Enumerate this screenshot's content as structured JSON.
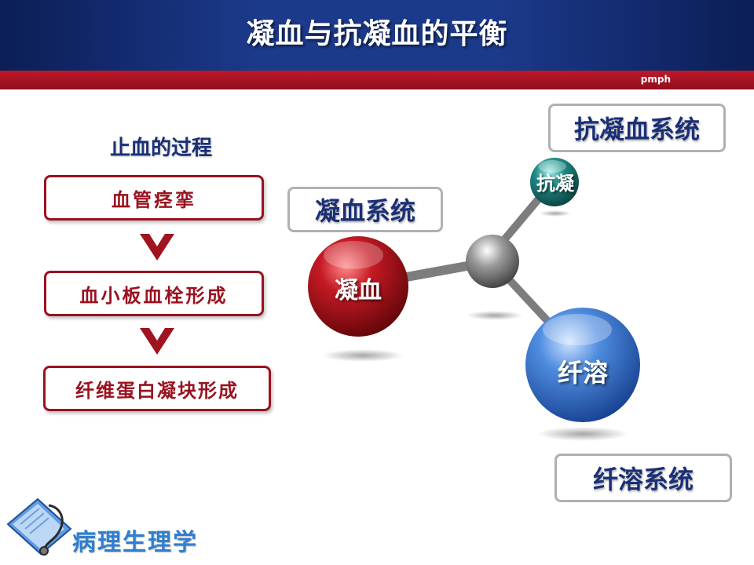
{
  "header": {
    "title": "凝血与抗凝血的平衡",
    "brand": "pmph"
  },
  "process": {
    "title": "止血的过程",
    "steps": [
      "血管痉挛",
      "血小板血栓形成",
      "纤维蛋白凝块形成"
    ]
  },
  "systems": {
    "coagulation": "凝血系统",
    "anticoagulation": "抗凝血系统",
    "fibrinolysis": "纤溶系统"
  },
  "molecule": {
    "coag_ball": "凝血",
    "anticoag_ball": "抗凝",
    "fibrin_ball": "纤溶"
  },
  "footer": {
    "subject": "病理生理学"
  },
  "colors": {
    "header_blue": "#1c3a8c",
    "accent_red": "#9a1220",
    "title_blue": "#1a2f75",
    "teal_ball": "#1f8a86",
    "blue_ball": "#3f7ed8",
    "red_ball": "#b1121c"
  }
}
